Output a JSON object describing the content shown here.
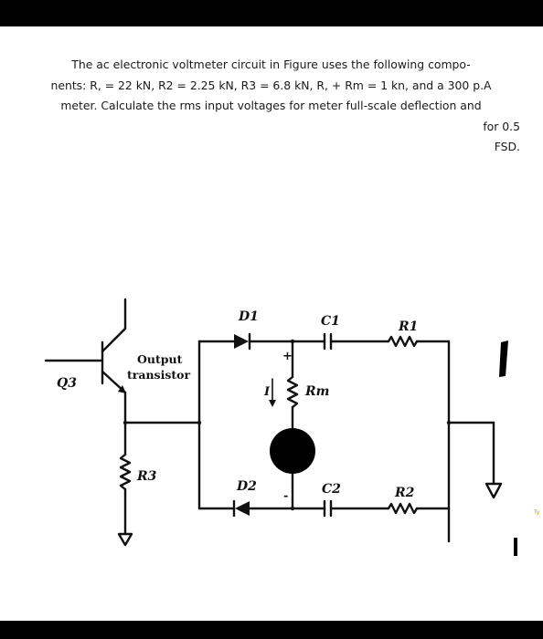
{
  "problem": {
    "line1": "The ac electronic voltmeter circuit in Figure uses the following compo-",
    "line2": "nents: R, = 22 kN, R2 = 2.25 kN, R3 = 6.8 kN, R, + Rm = 1 kn, and a 300 p.A",
    "line3": "meter. Calculate the rms input voltages for meter full-scale deflection and",
    "line4": "for 0.5",
    "line5": "FSD."
  },
  "circuit": {
    "q3": "Q3",
    "output": "Output",
    "transistor": "transistor",
    "d1": "D1",
    "d2": "D2",
    "c1": "C1",
    "c2": "C2",
    "r1": "R1",
    "r2": "R2",
    "r3": "R3",
    "rm": "Rm",
    "i": "I",
    "plus": "+",
    "minus": "-"
  },
  "cutoff_text": "Ty"
}
